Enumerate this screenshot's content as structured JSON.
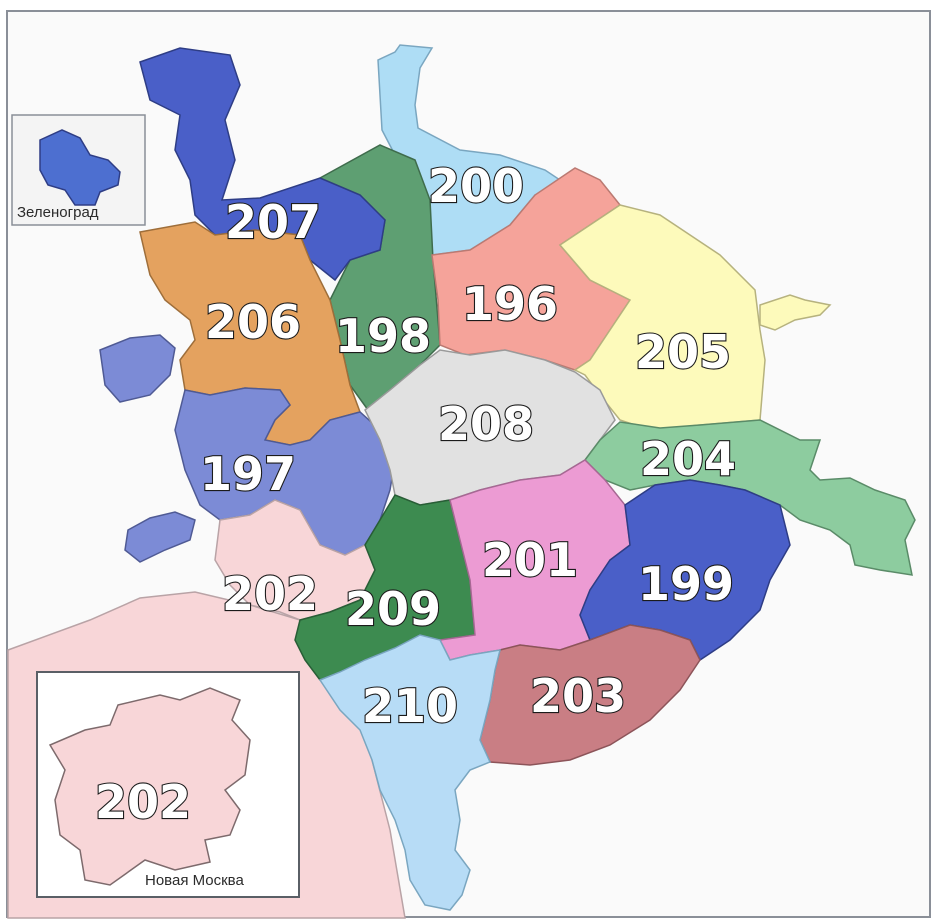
{
  "colors": {
    "z196": "#f5a39a",
    "z197": "#7c8bd6",
    "z198": "#5e9f72",
    "z199": "#4a5fc8",
    "z200": "#aeddf5",
    "z201": "#ec9bd3",
    "z202": "#f8d6d8",
    "z203": "#c97e84",
    "z204": "#8dcc9f",
    "z205": "#fdfabb",
    "z206": "#e4a25f",
    "z207": "#4a5fc8",
    "z208": "#e1e1e1",
    "z209": "#3d8b50",
    "z210": "#b7dcf6",
    "zelenograd": "#4d6fd0",
    "new_moscow": "#f8d6d8"
  },
  "zones": [
    {
      "id": "196",
      "label": "196"
    },
    {
      "id": "197",
      "label": "197"
    },
    {
      "id": "198",
      "label": "198"
    },
    {
      "id": "199",
      "label": "199"
    },
    {
      "id": "200",
      "label": "200"
    },
    {
      "id": "201",
      "label": "201"
    },
    {
      "id": "202",
      "label": "202"
    },
    {
      "id": "203",
      "label": "203"
    },
    {
      "id": "204",
      "label": "204"
    },
    {
      "id": "205",
      "label": "205"
    },
    {
      "id": "206",
      "label": "206"
    },
    {
      "id": "207",
      "label": "207"
    },
    {
      "id": "208",
      "label": "208"
    },
    {
      "id": "209",
      "label": "209"
    },
    {
      "id": "210",
      "label": "210"
    }
  ],
  "insets": {
    "zelenograd": {
      "caption": "Зеленоград"
    },
    "new_moscow": {
      "caption": "Новая Москва",
      "zone_label": "202"
    }
  }
}
